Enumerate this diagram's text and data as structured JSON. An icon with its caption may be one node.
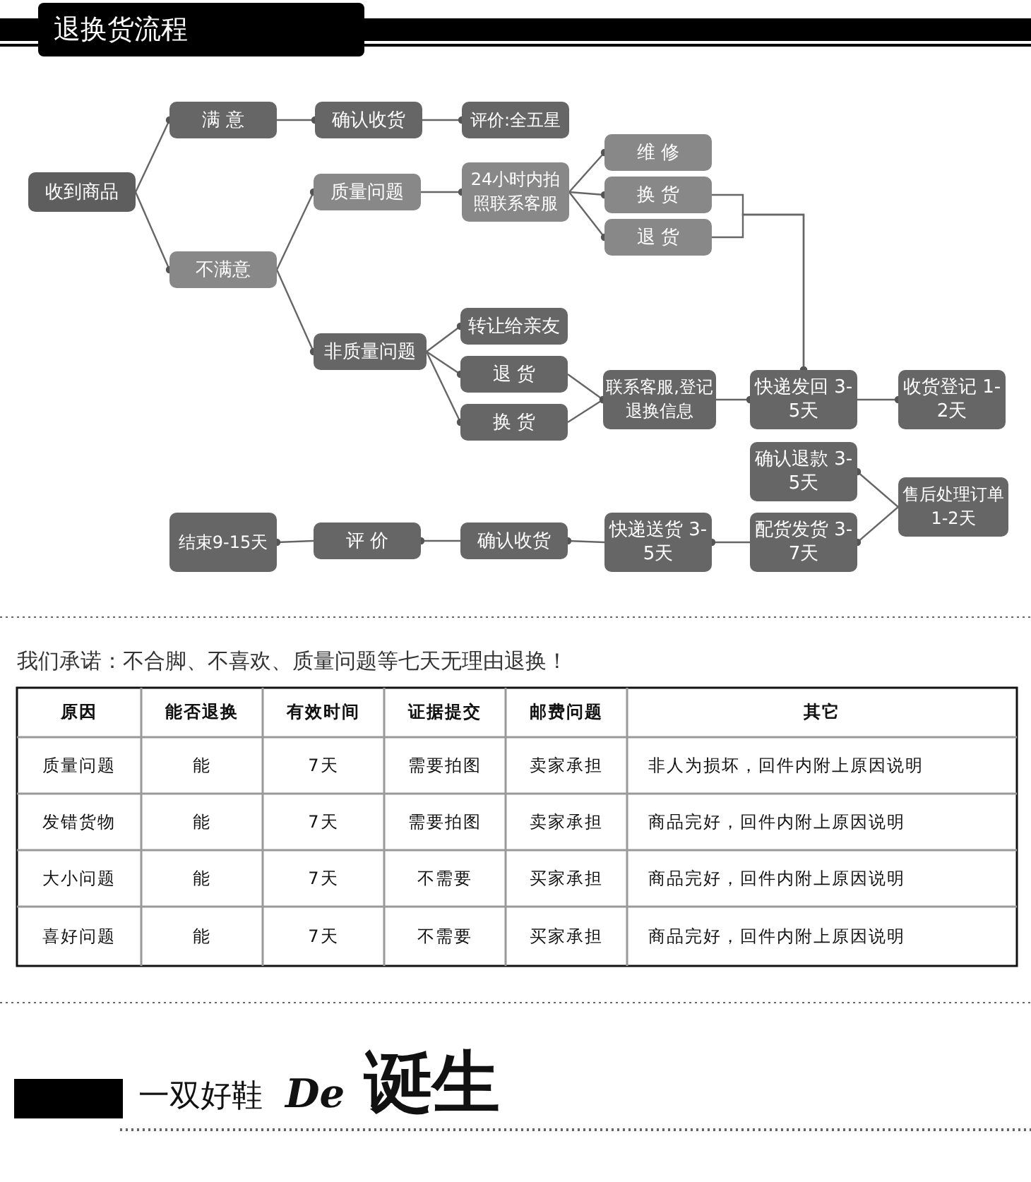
{
  "diagram": {
    "title": "退换货流程",
    "nodes": [
      {
        "text": [
          "收到商品"
        ]
      },
      {
        "text": [
          "满 意"
        ]
      },
      {
        "text": [
          "确认收货"
        ]
      },
      {
        "text": [
          "评价:全五星"
        ]
      },
      {
        "text": [
          "不满意"
        ]
      },
      {
        "text": [
          "质量问题"
        ]
      },
      {
        "text": [
          "24小时内拍照联系客服"
        ]
      },
      {
        "text": [
          "维 修"
        ]
      },
      {
        "text": [
          "换 货"
        ]
      },
      {
        "text": [
          "退 货"
        ]
      },
      {
        "text": [
          "非质量问题"
        ]
      },
      {
        "text": [
          "转让给亲友"
        ]
      },
      {
        "text": [
          "退 货"
        ]
      },
      {
        "text": [
          "换 货"
        ]
      },
      {
        "text": [
          "联系客服,登记退换信息"
        ]
      },
      {
        "text": [
          "快递发回 3-5天"
        ]
      },
      {
        "text": [
          "收货登记 1-2天"
        ]
      },
      {
        "text": [
          "确认退款 3-5天"
        ]
      },
      {
        "text": [
          "售后处理订单1-2天"
        ]
      },
      {
        "text": [
          "配货发货 3-7天"
        ]
      },
      {
        "text": [
          "快递送货 3-5天"
        ]
      },
      {
        "text": [
          "确认收货"
        ]
      },
      {
        "text": [
          "评 价"
        ]
      },
      {
        "text": [
          "结束9-15天"
        ]
      }
    ],
    "edges": [
      {
        "from": 0,
        "to": 1,
        "arrow": "other"
      },
      {
        "from": 0,
        "to": 4,
        "arrow": "other"
      },
      {
        "from": 1,
        "to": 2,
        "arrow": "other"
      },
      {
        "from": 2,
        "to": 3,
        "arrow": "other"
      },
      {
        "from": 4,
        "to": 5,
        "arrow": "other"
      },
      {
        "from": 4,
        "to": 10,
        "arrow": "other"
      },
      {
        "from": 5,
        "to": 6,
        "arrow": "other"
      },
      {
        "from": 6,
        "to": 7,
        "arrow": "other"
      },
      {
        "from": 6,
        "to": 8,
        "arrow": "other"
      },
      {
        "from": 6,
        "to": 9,
        "arrow": "other"
      },
      {
        "from": 8,
        "to": 15,
        "arrow": "other"
      },
      {
        "from": 9,
        "to": 15,
        "arrow": "other"
      },
      {
        "from": 10,
        "to": 11,
        "arrow": "other"
      },
      {
        "from": 10,
        "to": 12,
        "arrow": "other"
      },
      {
        "from": 10,
        "to": 13,
        "arrow": "other"
      },
      {
        "from": 12,
        "to": 14,
        "arrow": "other"
      },
      {
        "from": 13,
        "to": 14,
        "arrow": "other"
      },
      {
        "from": 14,
        "to": 15,
        "arrow": "other"
      },
      {
        "from": 15,
        "to": 16,
        "arrow": "other"
      },
      {
        "from": 18,
        "to": 17,
        "arrow": "other"
      },
      {
        "from": 18,
        "to": 19,
        "arrow": "other"
      },
      {
        "from": 19,
        "to": 20,
        "arrow": "other"
      },
      {
        "from": 20,
        "to": 21,
        "arrow": "other"
      },
      {
        "from": 21,
        "to": 22,
        "arrow": "other"
      },
      {
        "from": 22,
        "to": 23,
        "arrow": "other"
      }
    ],
    "labels": [
      "我们承诺：不合脚、不喜欢、质量问题等七天无理由退换！",
      "原因",
      "能否退换",
      "有效时间",
      "证据提交",
      "邮费问题",
      "其它",
      "质量问题",
      "能",
      "7天",
      "需要拍图",
      "卖家承担",
      "非人为损坏，回件内附上原因说明",
      "发错货物",
      "能",
      "7天",
      "需要拍图",
      "卖家承担",
      "商品完好，回件内附上原因说明",
      "大小问题",
      "能",
      "7天",
      "不需要",
      "买家承担",
      "商品完好，回件内附上原因说明",
      "喜好问题",
      "能",
      "7天",
      "不需要",
      "买家承担",
      "商品完好，回件内附上原因说明",
      "一双好鞋",
      "De",
      "诞生"
    ]
  }
}
